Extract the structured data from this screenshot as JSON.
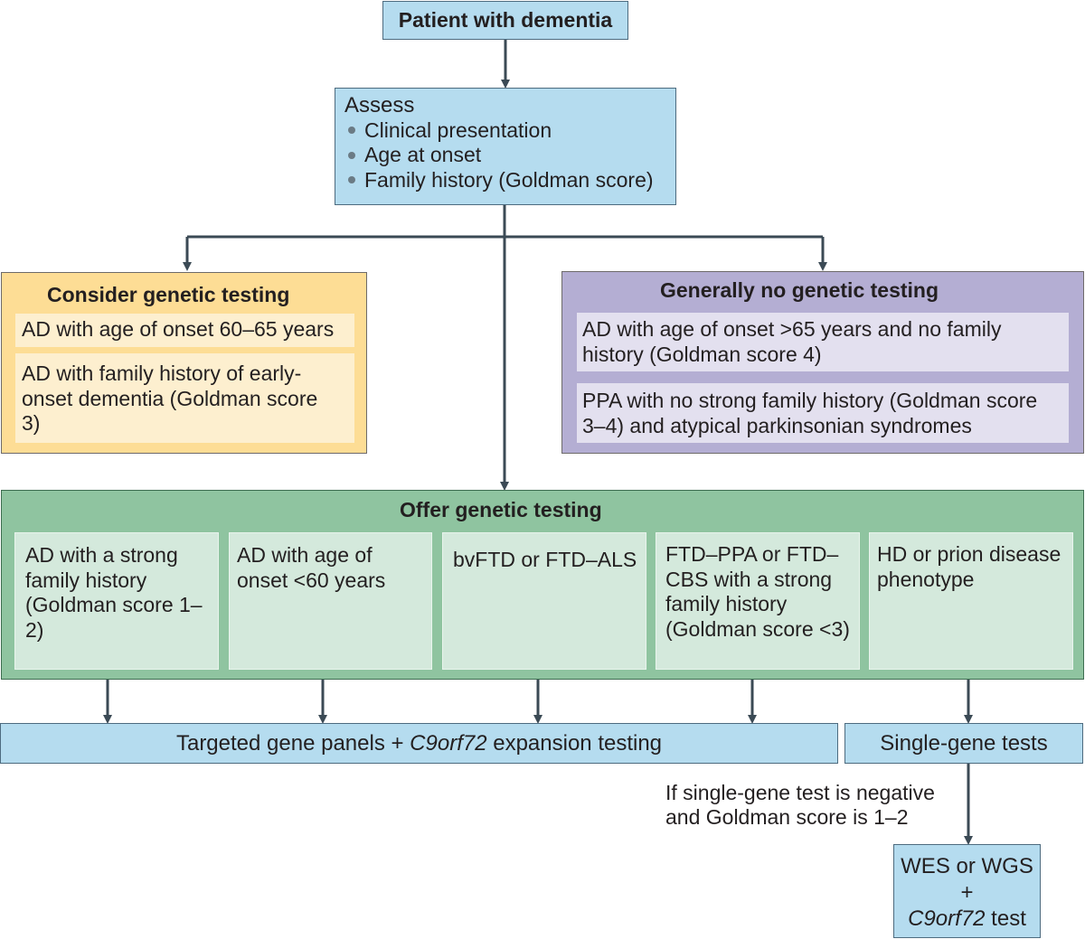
{
  "start": {
    "label": "Patient with dementia"
  },
  "assess": {
    "title": "Assess",
    "items": [
      "Clinical presentation",
      "Age at onset",
      "Family history (Goldman score)"
    ]
  },
  "consider": {
    "title": "Consider genetic testing",
    "items": [
      "AD with age of onset 60–65 years",
      "AD with family history of early-onset dementia (Goldman score 3)"
    ]
  },
  "no_testing": {
    "title": "Generally no genetic testing",
    "items": [
      "AD with age of onset >65 years and no family history (Goldman score 4)",
      "PPA with no strong family history (Goldman score 3–4) and atypical parkinsonian syndromes"
    ]
  },
  "offer": {
    "title": "Offer genetic testing",
    "items": [
      "AD with a strong family history (Goldman score 1–2)",
      "AD with age of onset <60 years",
      "bvFTD or FTD–ALS",
      "FTD–PPA or FTD–CBS with a strong family history (Goldman score <3)",
      "HD or prion disease phenotype"
    ]
  },
  "panels": {
    "prefix": "Targeted gene panels + ",
    "gene": "C9orf72",
    "suffix": " expansion testing"
  },
  "single": {
    "label": "Single-gene tests"
  },
  "condition": {
    "label": "If single-gene test is negative and Goldman score is 1–2"
  },
  "wes": {
    "line1": "WES or WGS",
    "line2": "+",
    "gene": "C9orf72",
    "suffix": " test"
  },
  "colors": {
    "blue": "#b5dcef",
    "orange": "#fddd95",
    "purple": "#b4aed3",
    "green": "#8fc4a0",
    "arrow": "#3b4a55"
  }
}
